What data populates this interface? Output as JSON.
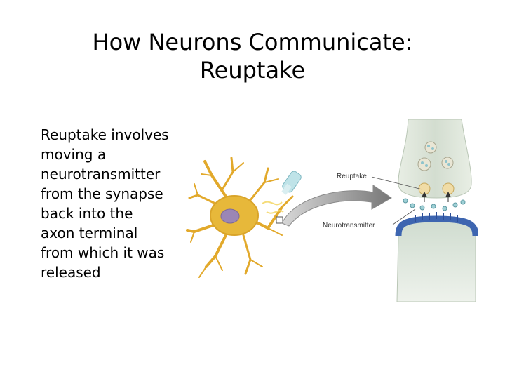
{
  "title": {
    "line1": "How Neurons Communicate:",
    "line2": "Reuptake"
  },
  "body": {
    "lines": [
      "Reuptake involves",
      "moving a",
      "neurotransmitter",
      "from the synapse",
      "back into the",
      "axon terminal",
      "from which it was",
      "released"
    ]
  },
  "figure": {
    "labels": {
      "reuptake": "Reuptake",
      "neurotransmitter": "Neurotransmitter"
    },
    "colors": {
      "neuron": "#e7b83a",
      "nucleus": "#9b86b5",
      "terminal": "#d6dfd2",
      "receptor_membrane": "#3d65b0",
      "vesicle": "#e9e6d5",
      "arrow": "#8a8a8a"
    }
  }
}
